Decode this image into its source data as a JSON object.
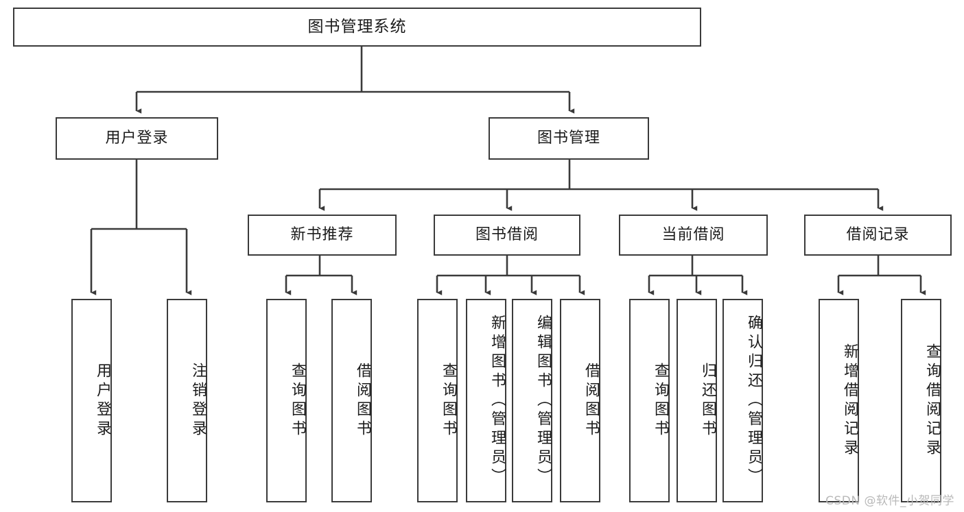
{
  "diagram": {
    "title": "图书管理系统",
    "watermark": "CSDN @软件_小贺同学",
    "colors": {
      "stroke": "#3a3a3a",
      "text": "#1b1b1b",
      "background": "#ffffff",
      "watermark": "#b9b9b9"
    },
    "levels": {
      "root": "图书管理系统",
      "level1": [
        {
          "label": "用户登录"
        },
        {
          "label": "图书管理"
        }
      ],
      "level2": [
        {
          "label": "新书推荐"
        },
        {
          "label": "图书借阅"
        },
        {
          "label": "当前借阅"
        },
        {
          "label": "借阅记录"
        }
      ]
    },
    "leaves": {
      "user_login": [
        {
          "label": "用户登录"
        },
        {
          "label": "注销登录"
        }
      ],
      "new_book_recommend": [
        {
          "label": "查询图书"
        },
        {
          "label": "借阅图书"
        }
      ],
      "book_borrow": [
        {
          "label": "查询图书"
        },
        {
          "label": "新增图书（管理员）"
        },
        {
          "label": "编辑图书（管理员）"
        },
        {
          "label": "借阅图书"
        }
      ],
      "current_borrow": [
        {
          "label": "查询图书"
        },
        {
          "label": "归还图书"
        },
        {
          "label": "确认归还（管理员）"
        }
      ],
      "borrow_record": [
        {
          "label": "新增借阅记录"
        },
        {
          "label": "查询借阅记录"
        }
      ]
    }
  }
}
